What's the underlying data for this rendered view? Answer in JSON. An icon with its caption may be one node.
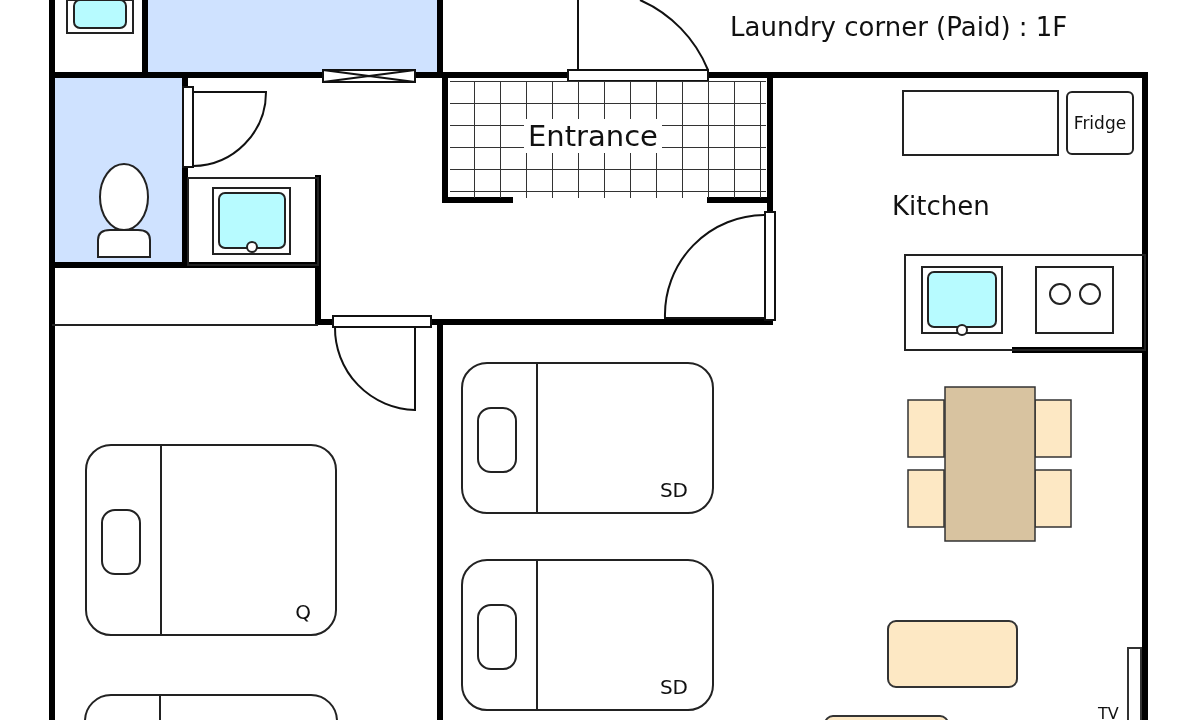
{
  "diagram": {
    "nodes": [
      {
        "text": [
          "Entrance"
        ]
      },
      {
        "text": [
          "Fridge"
        ]
      },
      {
        "text": [
          "Kitchen"
        ]
      },
      {
        "text": [
          "SD"
        ]
      },
      {
        "text": [
          "SD"
        ]
      },
      {
        "text": [
          "Q"
        ]
      }
    ],
    "labels": [
      "Laundry corner (Paid) : 1F",
      "TV"
    ]
  }
}
